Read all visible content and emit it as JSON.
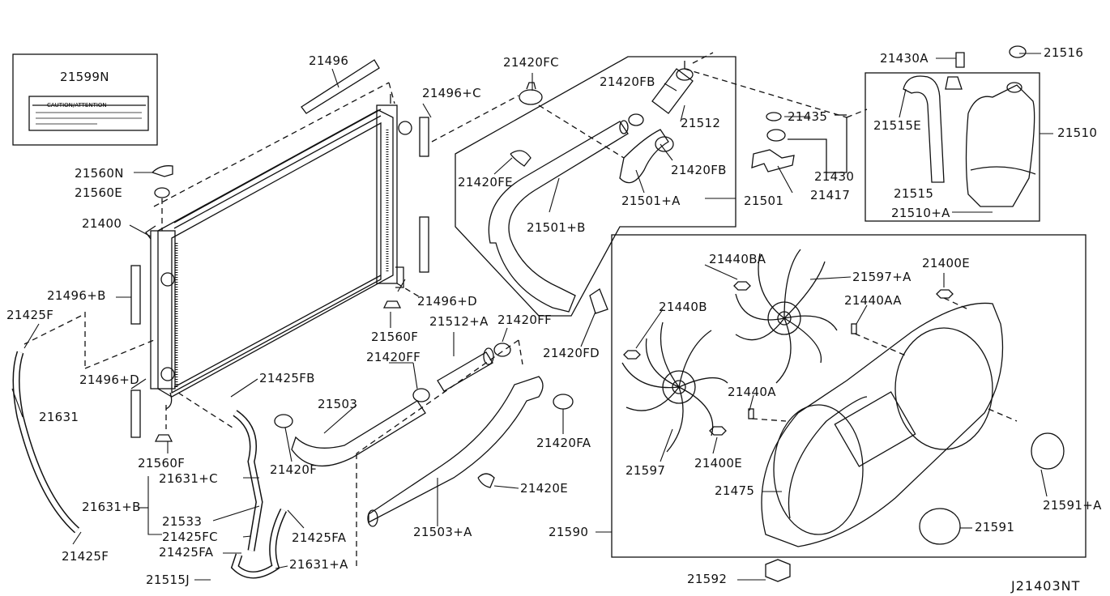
{
  "diagram_ref": "J21403NT",
  "caution_label_text": "CAUTION/ATTENTION",
  "labels": {
    "l21599N": "21599N",
    "l21496": "21496",
    "l21496C": "21496+C",
    "l21420FC": "21420FC",
    "l21420FB_top": "21420FB",
    "l21512": "21512",
    "l21420FB": "21420FB",
    "l21420FE": "21420FE",
    "l21501A": "21501+A",
    "l21501": "21501",
    "l21501B": "21501+B",
    "l21430A": "21430A",
    "l21516": "21516",
    "l21435": "21435",
    "l21515E": "21515E",
    "l21510": "21510",
    "l21430": "21430",
    "l21417": "21417",
    "l21515": "21515",
    "l21510A": "21510+A",
    "l21560N": "21560N",
    "l21560E": "21560E",
    "l21400": "21400",
    "l21496B": "21496+B",
    "l21496D_r": "21496+D",
    "l21560F_r": "21560F",
    "l21512A": "21512+A",
    "l21420FF_r": "21420FF",
    "l21420FF": "21420FF",
    "l21420FD": "21420FD",
    "l21440BA": "21440BA",
    "l21597A": "21597+A",
    "l21400E_r": "21400E",
    "l21440B": "21440B",
    "l21440AA": "21440AA",
    "l21425F_top": "21425F",
    "l21496D_l": "21496+D",
    "l21425FB": "21425FB",
    "l21631": "21631",
    "l21503": "21503",
    "l21440A": "21440A",
    "l21420FA_r": "21420FA",
    "l21420F": "21420F",
    "l21560F_l": "21560F",
    "l21631C": "21631+C",
    "l21631B": "21631+B",
    "l21533": "21533",
    "l21425FC": "21425FC",
    "l21425FA_l": "21425FA",
    "l21515J": "21515J",
    "l21631A": "21631+A",
    "l21425FA_r": "21425FA",
    "l21425F_bot": "21425F",
    "l21420E": "21420E",
    "l21503A": "21503+A",
    "l21597": "21597",
    "l21400E_l": "21400E",
    "l21475": "21475",
    "l21590": "21590",
    "l21591": "21591",
    "l21591A": "21591+A",
    "l21592": "21592"
  }
}
